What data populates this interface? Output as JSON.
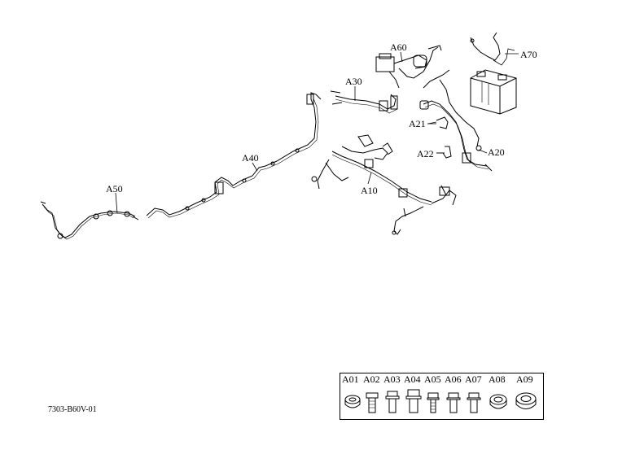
{
  "callouts": [
    {
      "id": "A60",
      "label": "A60"
    },
    {
      "id": "A70",
      "label": "A70"
    },
    {
      "id": "A30",
      "label": "A30"
    },
    {
      "id": "A21",
      "label": "A21"
    },
    {
      "id": "A20",
      "label": "A20"
    },
    {
      "id": "A22",
      "label": "A22"
    },
    {
      "id": "A40",
      "label": "A40"
    },
    {
      "id": "A10",
      "label": "A10"
    },
    {
      "id": "A50",
      "label": "A50"
    }
  ],
  "reference_code": "7303-B60V-01",
  "legend": {
    "items": [
      {
        "label": "A01",
        "icon": "flanged-nut-icon"
      },
      {
        "label": "A02",
        "icon": "hex-bolt-icon"
      },
      {
        "label": "A03",
        "icon": "flange-bolt-icon"
      },
      {
        "label": "A04",
        "icon": "large-flange-bolt-icon"
      },
      {
        "label": "A05",
        "icon": "stud-bolt-icon"
      },
      {
        "label": "A06",
        "icon": "flange-bolt-icon"
      },
      {
        "label": "A07",
        "icon": "hex-bolt-icon"
      },
      {
        "label": "A08",
        "icon": "flange-nut-icon"
      },
      {
        "label": "A09",
        "icon": "large-flange-nut-icon"
      }
    ]
  }
}
